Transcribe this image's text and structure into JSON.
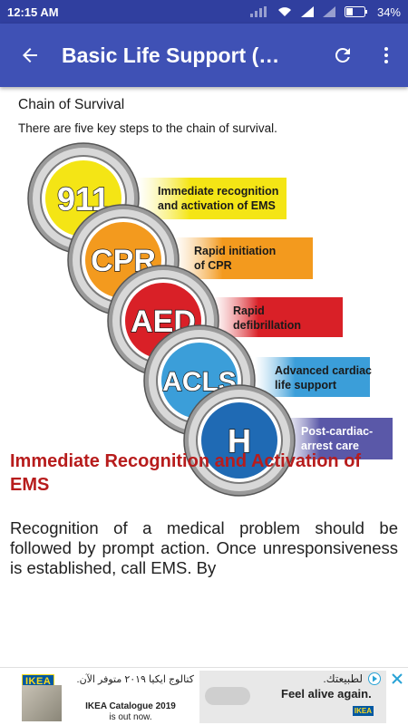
{
  "status_bar": {
    "time": "12:15 AM",
    "battery": "34%"
  },
  "app_bar": {
    "title": "Basic Life Support (…",
    "icons": {
      "back": "arrow-back-icon",
      "refresh": "refresh-icon",
      "menu": "more-vert-icon"
    }
  },
  "figure": {
    "heading": "Chain of Survival",
    "subheading": "There are five key steps to the chain of survival.",
    "rings": [
      {
        "label": "911",
        "color": "#f4e515"
      },
      {
        "label": "CPR",
        "color": "#f39a1e"
      },
      {
        "label": "AED",
        "color": "#d92027"
      },
      {
        "label": "ACLS",
        "color": "#3b9ed9"
      },
      {
        "label": "H",
        "color": "#1f6ab4"
      }
    ],
    "steps": [
      {
        "line1": "Immediate recognition",
        "line2": "and activation of EMS",
        "color": "#f4e515",
        "text_color": "#1a1a1a"
      },
      {
        "line1": "Rapid initiation",
        "line2": "of CPR",
        "color": "#f39a1e",
        "text_color": "#1a1a1a"
      },
      {
        "line1": "Rapid",
        "line2": "defibrillation",
        "color": "#d92027",
        "text_color": "#1a1a1a"
      },
      {
        "line1": "Advanced cardiac",
        "line2": "life support",
        "color": "#3b9ed9",
        "text_color": "#1a1a1a"
      },
      {
        "line1": "Post-cardiac-",
        "line2": "arrest care",
        "color": "#5a58a8",
        "text_color": "#ffffff"
      }
    ]
  },
  "article": {
    "heading": "Immediate Recognition and Activation of EMS",
    "paragraph": "Recognition of a medical problem should be followed by prompt action. Once unresponsiveness is established, call EMS. By"
  },
  "ad": {
    "brand": "IKEA",
    "arabic_left": "كتالوج ايكيا ٢٠١٩ متوفر الآن.",
    "catalogue": "IKEA Catalogue 2019",
    "catalogue_sub": "is out now.",
    "arabic_right": "لطبيعتك.",
    "tagline": "Feel alive again."
  },
  "colors": {
    "status_bar": "#303f9f",
    "app_bar": "#3f51b5",
    "heading": "#b71c1c"
  }
}
